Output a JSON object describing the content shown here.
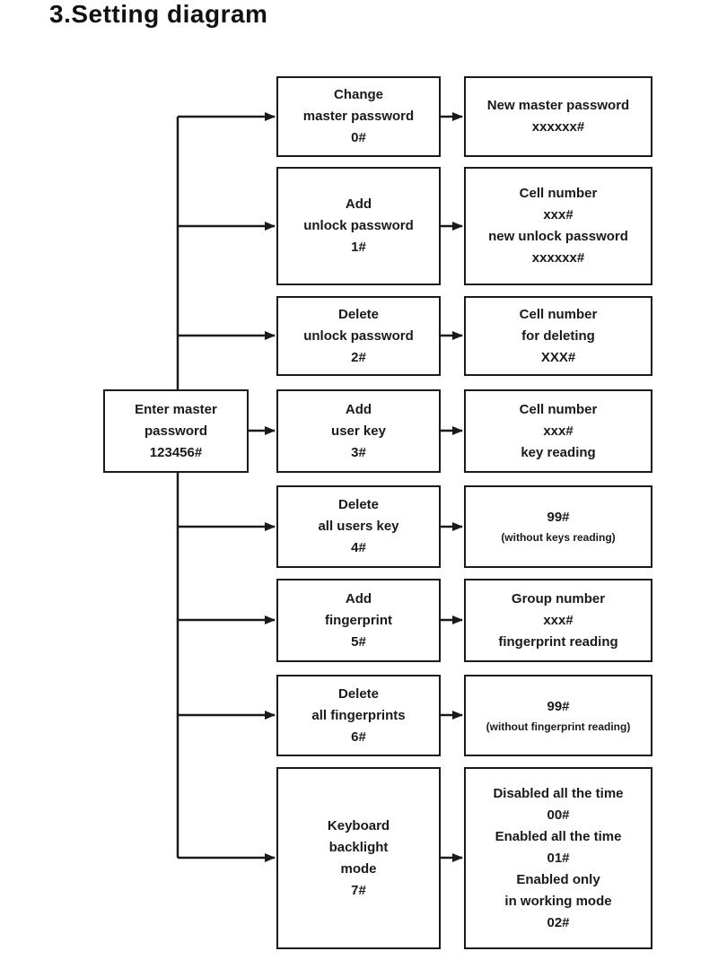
{
  "page": {
    "title": "3.Setting diagram",
    "background_color": "#ffffff",
    "line_color": "#1a1a1a",
    "box_border_color": "#1a1a1a",
    "text_color": "#1a1a1a"
  },
  "diagram": {
    "root": {
      "lines": [
        {
          "text": "Enter master"
        },
        {
          "text": "password"
        },
        {
          "text": "123456#"
        }
      ]
    },
    "rows": [
      {
        "step": {
          "lines": [
            {
              "text": "Change"
            },
            {
              "text": "master password"
            },
            {
              "text": "0#"
            }
          ]
        },
        "result": {
          "lines": [
            {
              "text": "New master password"
            },
            {
              "text": "xxxxxx#"
            }
          ]
        }
      },
      {
        "step": {
          "lines": [
            {
              "text": "Add"
            },
            {
              "text": "unlock password"
            },
            {
              "text": "1#"
            }
          ]
        },
        "result": {
          "lines": [
            {
              "text": "Cell number"
            },
            {
              "text": "xxx#"
            },
            {
              "text": "new unlock password"
            },
            {
              "text": "xxxxxx#"
            }
          ]
        }
      },
      {
        "step": {
          "lines": [
            {
              "text": "Delete"
            },
            {
              "text": "unlock password"
            },
            {
              "text": "2#"
            }
          ]
        },
        "result": {
          "lines": [
            {
              "text": "Cell number"
            },
            {
              "text": "for deleting"
            },
            {
              "text": "XXX#"
            }
          ]
        }
      },
      {
        "step": {
          "lines": [
            {
              "text": "Add"
            },
            {
              "text": "user key"
            },
            {
              "text": "3#"
            }
          ]
        },
        "result": {
          "lines": [
            {
              "text": "Cell number"
            },
            {
              "text": "xxx#"
            },
            {
              "text": "key reading"
            }
          ]
        }
      },
      {
        "step": {
          "lines": [
            {
              "text": "Delete"
            },
            {
              "text": "all users key"
            },
            {
              "text": "4#"
            }
          ]
        },
        "result": {
          "lines": [
            {
              "text": "99#"
            },
            {
              "text": "(without keys reading)",
              "small": true
            }
          ]
        }
      },
      {
        "step": {
          "lines": [
            {
              "text": "Add"
            },
            {
              "text": "fingerprint"
            },
            {
              "text": "5#"
            }
          ]
        },
        "result": {
          "lines": [
            {
              "text": "Group number"
            },
            {
              "text": "xxx#"
            },
            {
              "text": "fingerprint reading"
            }
          ]
        }
      },
      {
        "step": {
          "lines": [
            {
              "text": "Delete"
            },
            {
              "text": "all fingerprints"
            },
            {
              "text": "6#"
            }
          ]
        },
        "result": {
          "lines": [
            {
              "text": "99#"
            },
            {
              "text": "(without fingerprint reading)",
              "small": true
            }
          ]
        }
      },
      {
        "step": {
          "lines": [
            {
              "text": "Keyboard"
            },
            {
              "text": "backlight"
            },
            {
              "text": "mode"
            },
            {
              "text": "7#"
            }
          ]
        },
        "result": {
          "lines": [
            {
              "text": "Disabled all the time"
            },
            {
              "text": "00#"
            },
            {
              "text": "Enabled all the time"
            },
            {
              "text": "01#"
            },
            {
              "text": "Enabled only"
            },
            {
              "text": "in working mode"
            },
            {
              "text": "02#"
            }
          ]
        }
      }
    ]
  }
}
